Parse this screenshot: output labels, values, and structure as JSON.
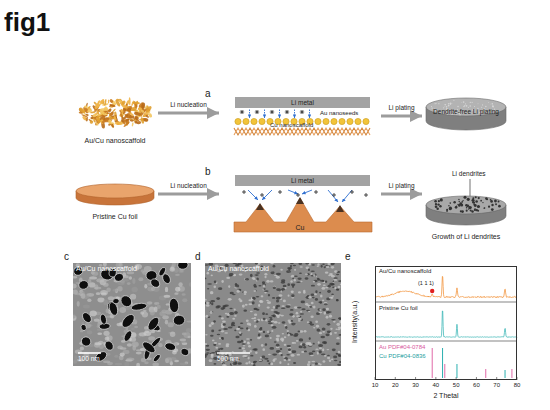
{
  "diagram": {
    "title": "fig1",
    "nodes": [
      {
        "text": [
          "Au/Cu nanoscaffold"
        ]
      },
      {
        "text": [
          "Au nanoseeds",
          "Cu nanoscaffold"
        ]
      },
      {
        "text": [
          "Li metal"
        ],
        "in": 1
      },
      {
        "text": [
          "Dendrite-free Li plating"
        ]
      },
      {
        "text": [
          "Pristine Cu foil"
        ]
      },
      {
        "text": [
          "Cu"
        ]
      },
      {
        "text": [
          "Li metal"
        ],
        "in": 5
      },
      {
        "text": [
          "Growth of Li dendrites"
        ]
      },
      {
        "text": [
          "Au/Cu nanoscaffold",
          "100 nm"
        ]
      },
      {
        "text": [
          "Au/Cu nanoscaffold",
          "500 nm"
        ]
      },
      {
        "text": [
          "Au/Cu nanoscaffold",
          "(1 1 1)",
          "Pristine Cu foil",
          "Au PDF#04-0784",
          "Cu PDF#04-0836"
        ]
      }
    ],
    "edges": [
      {
        "from": 0,
        "to": 1,
        "arrow": "to",
        "label": "Li nucleation"
      },
      {
        "from": 1,
        "to": 3,
        "arrow": "to",
        "label": "Li plating"
      },
      {
        "from": 4,
        "to": 5,
        "arrow": "to",
        "label": "Li nucleation"
      },
      {
        "from": 5,
        "to": 7,
        "arrow": "to",
        "label": "Li plating"
      }
    ],
    "labels": [
      "a",
      "b",
      "c",
      "d",
      "e",
      "Li dendrites",
      "Intensity(a.u.)",
      "2 Thetal",
      "10",
      "20",
      "30",
      "40",
      "50",
      "60",
      "70",
      "80"
    ]
  }
}
